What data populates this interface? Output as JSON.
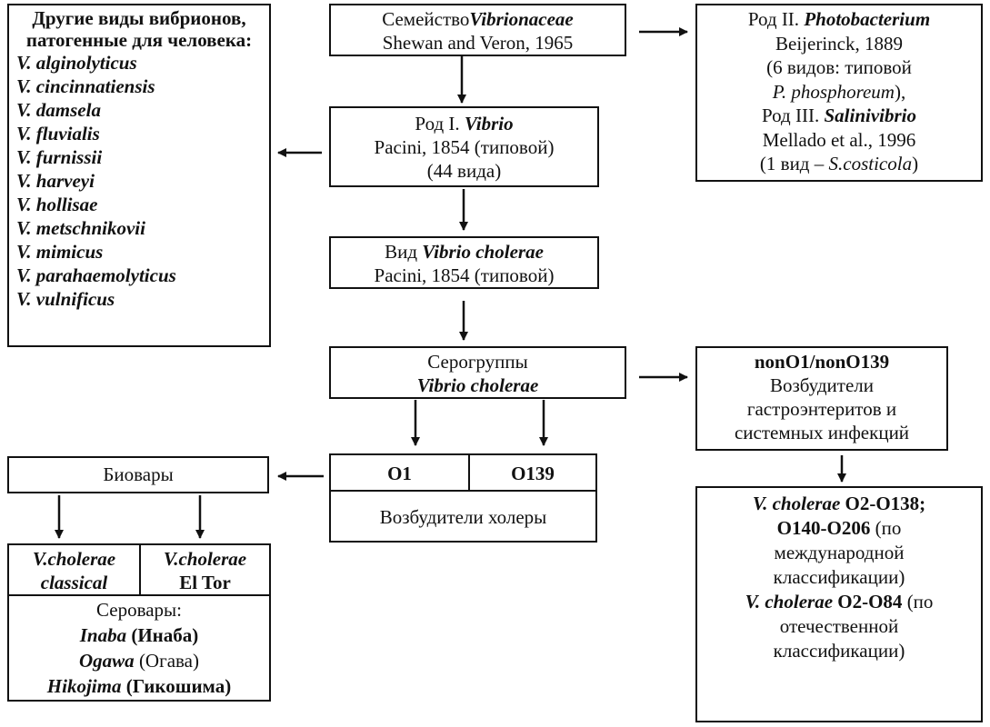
{
  "other_species": {
    "title": "Другие виды вибрионов, патогенные для человека:",
    "species": [
      "V. alginolyticus",
      "V. cincinnatiensis",
      "V. damsela",
      "V. fluvialis",
      "V. furnissii",
      "V. harveyi",
      "V. hollisae",
      "V. metschnikovii",
      "V. mimicus",
      "V. parahaemolyticus",
      "V. vulnificus"
    ]
  },
  "family": {
    "prefix": "Семейство",
    "name": "Vibrionaceae",
    "author": "Shewan and Veron, 1965"
  },
  "genus_others": {
    "g2_prefix": "Род II.",
    "g2_name": "Photobacterium",
    "g2_author": "Beijerinck, 1889",
    "g2_note_a": "(6 видов: типовой",
    "g2_note_b": "P. phosphoreum",
    "g2_note_c": "),",
    "g3_prefix": "Род III.",
    "g3_name": "Salinivibrio",
    "g3_author": "Mellado et al., 1996",
    "g3_note_a": "(1 вид – ",
    "g3_note_b": "S.costicola",
    "g3_note_c": ")"
  },
  "genus_vibrio": {
    "prefix": "Род I.",
    "name": "Vibrio",
    "author": "Pacini, 1854 (типовой)",
    "count": "(44 вида)"
  },
  "species_box": {
    "prefix": "Вид",
    "name": "Vibrio cholerae",
    "author": "Pacini, 1854 (типовой)"
  },
  "serogroups": {
    "title": "Серогруппы",
    "name": "Vibrio cholerae"
  },
  "non_o1": {
    "title": "nonO1/nonO139",
    "line1": "Возбудители",
    "line2": "гастроэнтеритов и",
    "line3": "системных инфекций"
  },
  "cholera": {
    "o1": "O1",
    "o139": "O139",
    "label": "Возбудители холеры"
  },
  "biovars": {
    "title": "Биовары"
  },
  "classification": {
    "l1_i": "V. cholerae",
    "l1_b": " O2-O138;",
    "l2_b": "O140-O206",
    "l2_r": " (по",
    "l3": "международной",
    "l4": "классификации)",
    "l5_i": "V. cholerae",
    "l5_b": " O2-O84",
    "l5_r": " (по",
    "l6": "отечественной",
    "l7": "классификации)"
  },
  "serovars": {
    "classical_a": "V.cholerae",
    "classical_b": "classical",
    "eltor_a": "V.cholerae",
    "eltor_b": "El Tor",
    "title": "Серовары:",
    "s1_i": "Inaba",
    "s1_r": " (Инаба)",
    "s2_i": "Ogawa",
    "s2_r": " (Огава)",
    "s3_i": "Hikojima",
    "s3_r": " (Гикошима)"
  }
}
